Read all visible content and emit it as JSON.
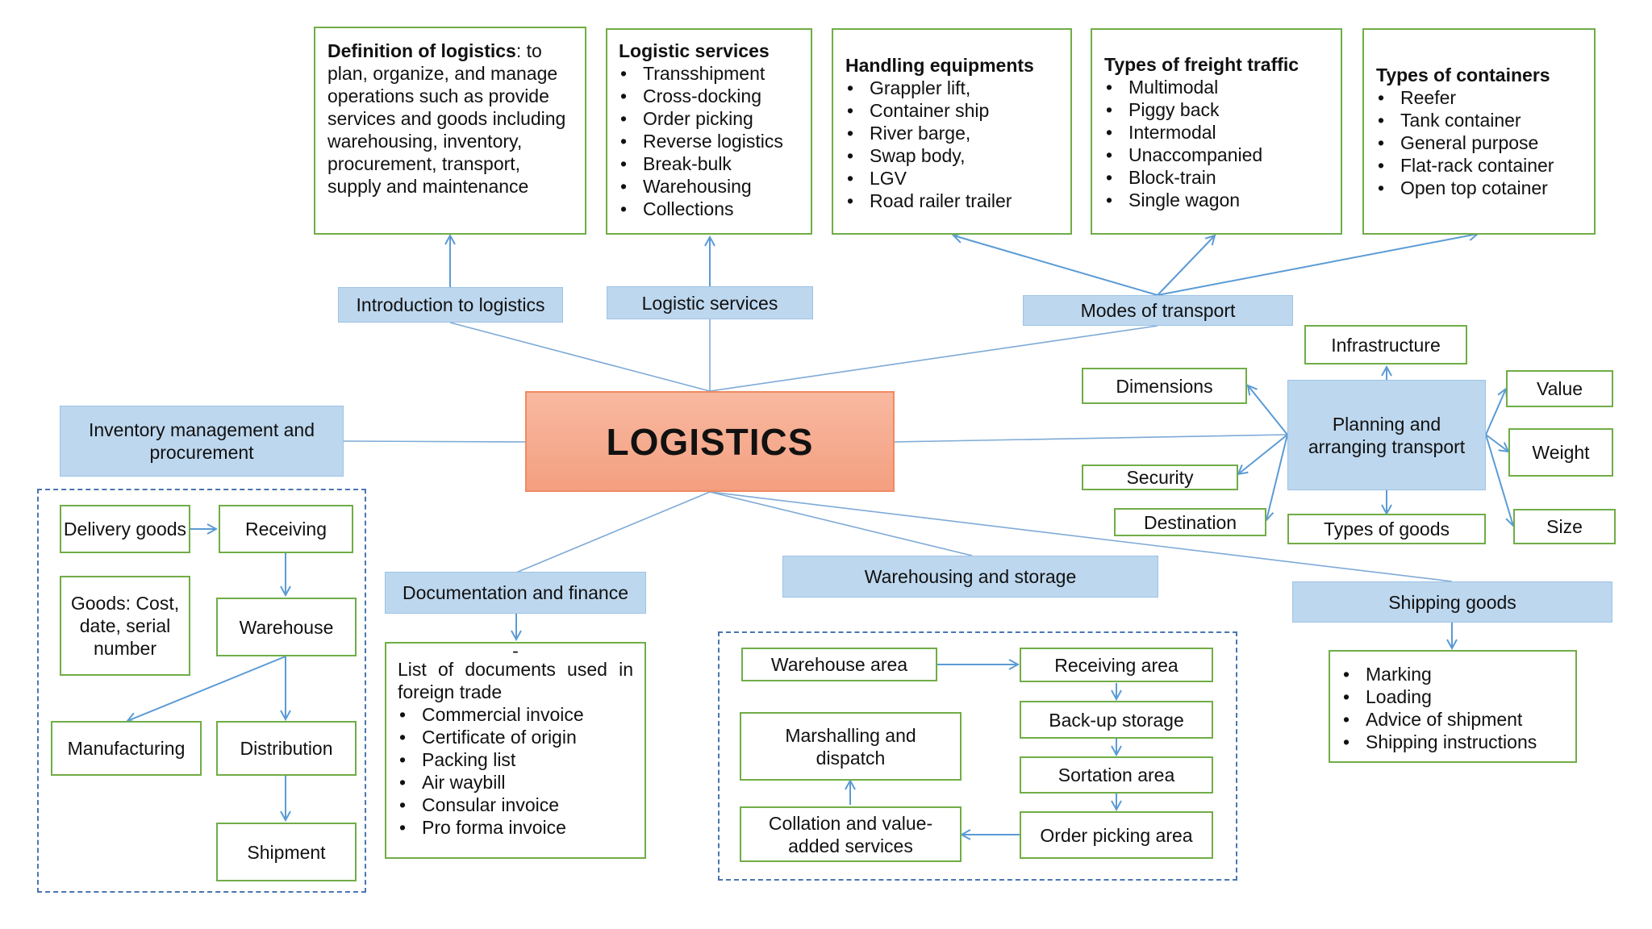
{
  "center": "LOGISTICS",
  "definition": {
    "term": "Definition of logistics",
    "text": ": to plan, organize, and manage operations such as provide services and goods including warehousing, inventory, procurement, transport, supply and maintenance"
  },
  "logistic_services_box": {
    "title": "Logistic services",
    "items": [
      "Transshipment",
      "Cross-docking",
      "Order picking",
      "Reverse logistics",
      "Break-bulk",
      "Warehousing",
      "Collections"
    ]
  },
  "handling_box": {
    "title": "Handling equipments",
    "items": [
      "Grappler lift,",
      "Container ship",
      "River barge,",
      "Swap body,",
      "LGV",
      "Road railer trailer"
    ]
  },
  "freight_box": {
    "title": "Types of freight traffic",
    "items": [
      "Multimodal",
      "Piggy back",
      "Intermodal",
      "Unaccompanied",
      "Block-train",
      "Single wagon"
    ]
  },
  "containers_box": {
    "title": "Types of containers",
    "items": [
      "Reefer",
      "Tank container",
      "General purpose",
      "Flat-rack container",
      "Open top cotainer"
    ]
  },
  "topics": {
    "intro": "Introduction to logistics",
    "services": "Logistic services",
    "transport": "Modes of transport",
    "inventory": "Inventory management and procurement",
    "documentation": "Documentation and finance",
    "warehousing": "Warehousing and storage",
    "shipping": "Shipping goods",
    "planning": "Planning and arranging transport"
  },
  "planning_children": {
    "infrastructure": "Infrastructure",
    "dimensions": "Dimensions",
    "security": "Security",
    "destination": "Destination",
    "types_of_goods": "Types of goods",
    "value": "Value",
    "weight": "Weight",
    "size": "Size"
  },
  "inventory_flow": {
    "delivery_goods": "Delivery goods",
    "receiving": "Receiving",
    "goods_info": "Goods: Cost, date, serial number",
    "warehouse": "Warehouse",
    "manufacturing": "Manufacturing",
    "distribution": "Distribution",
    "shipment": "Shipment"
  },
  "documents_box": {
    "dash": "-",
    "intro": "List of documents used in foreign trade",
    "items": [
      "Commercial invoice",
      "Certificate of origin",
      "Packing list",
      "Air waybill",
      "Consular invoice",
      "Pro forma invoice"
    ]
  },
  "warehouse_flow": {
    "warehouse_area": "Warehouse area",
    "receiving_area": "Receiving area",
    "backup_storage": "Back-up storage",
    "sortation_area": "Sortation area",
    "order_picking_area": "Order picking area",
    "collation": "Collation and value-added services",
    "marshalling": "Marshalling and dispatch"
  },
  "shipping_box": {
    "items": [
      "Marking",
      "Loading",
      "Advice of shipment",
      "Shipping instructions"
    ]
  },
  "colors": {
    "green_border": "#70ad47",
    "blue_fill": "#bdd7ee",
    "arrow": "#5b9bd5",
    "center_fill": "#f4a582"
  }
}
